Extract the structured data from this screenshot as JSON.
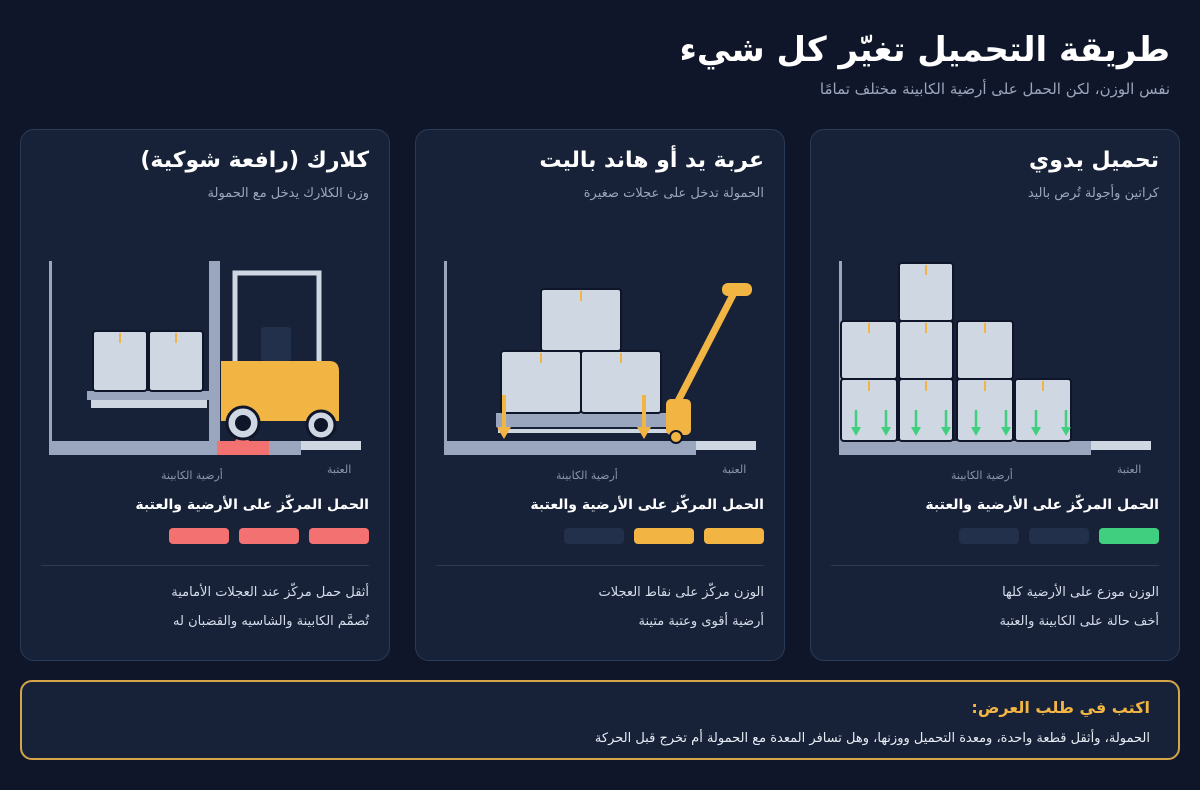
{
  "header": {
    "title": "طريقة التحميل تغيّر كل شيء",
    "subtitle": "نفس الوزن، لكن الحمل على أرضية الكابينة مختلف تمامًا"
  },
  "common": {
    "threshold_label": "العتبة",
    "floor_label": "أرضية الكابينة",
    "concentration_label": "الحمل المركّز على الأرضية والعتبة"
  },
  "cards": [
    {
      "title": "تحميل يدوي",
      "subtitle": "كراتين وأجولة تُرص باليد",
      "meter": {
        "level": 1,
        "color": "#3fcf7f"
      },
      "note1": "الوزن موزع على الأرضية كلها",
      "note2": "أخف حالة على الكابينة والعتبة"
    },
    {
      "title": "عربة يد أو هاند باليت",
      "subtitle": "الحمولة تدخل على عجلات صغيرة",
      "meter": {
        "level": 2,
        "color": "#f2b544"
      },
      "note1": "الوزن مركّز على نقاط العجلات",
      "note2": "أرضية أقوى وعتبة متينة"
    },
    {
      "title": "كلارك (رافعة شوكية)",
      "subtitle": "وزن الكلارك يدخل مع الحمولة",
      "meter": {
        "level": 3,
        "color": "#f47171"
      },
      "note1": "أثقل حمل مركّز عند العجلات الأمامية",
      "note2": "تُصمَّم الكابينة والشاسيه والقضبان له"
    }
  ],
  "colors": {
    "background": "#0f1629",
    "card": "#172238",
    "box": "#cfd7e3",
    "floor": "#9aa6bd",
    "accent_yellow": "#f2b544",
    "accent_green": "#3fcf7f",
    "accent_red": "#f47171"
  },
  "footer": {
    "title": "اكتب في طلب العرض:",
    "text": "الحمولة، وأثقل قطعة واحدة، ومعدة التحميل ووزنها، وهل تسافر المعدة مع الحمولة أم تخرج قبل الحركة"
  }
}
